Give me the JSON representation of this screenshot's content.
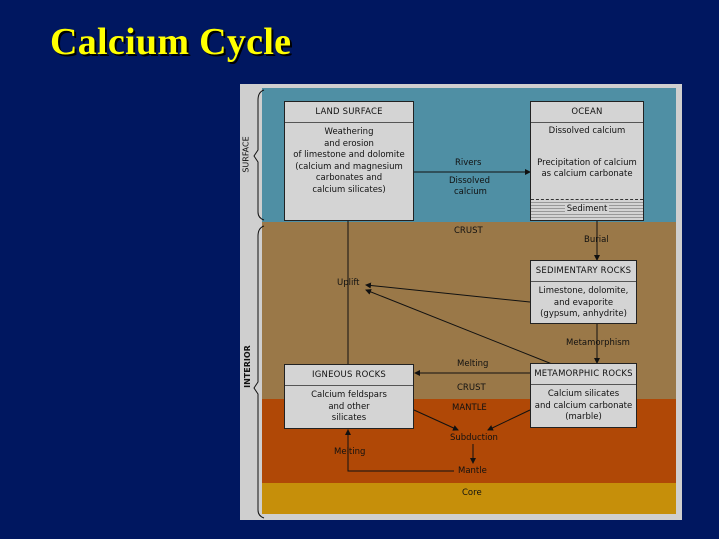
{
  "title": "Calcium Cycle",
  "side_labels": {
    "surface": "SURFACE",
    "interior": "INTERIOR"
  },
  "layers": {
    "crust_upper": "CRUST",
    "crust_lower": "CRUST",
    "mantle": "MANTLE",
    "core": "Core"
  },
  "boxes": {
    "land_surface": {
      "header": "LAND SURFACE",
      "lines": [
        "Weathering",
        "and erosion",
        "of limestone and dolomite",
        "(calcium and magnesium",
        "carbonates and",
        "calcium silicates)"
      ]
    },
    "ocean": {
      "header": "OCEAN",
      "lines": [
        "Dissolved calcium",
        "Precipitation of calcium",
        "as calcium carbonate"
      ],
      "sediment": "Sediment"
    },
    "sedimentary_rocks": {
      "header": "SEDIMENTARY ROCKS",
      "lines": [
        "Limestone, dolomite,",
        "and evaporite",
        "(gypsum, anhydrite)"
      ]
    },
    "igneous_rocks": {
      "header": "IGNEOUS ROCKS",
      "lines": [
        "Calcium feldspars",
        "and other",
        "silicates"
      ]
    },
    "metamorphic_rocks": {
      "header": "METAMORPHIC ROCKS",
      "lines": [
        "Calcium silicates",
        "and calcium carbonate",
        "(marble)"
      ]
    }
  },
  "flow_labels": {
    "rivers": "Rivers",
    "dissolved_calcium": "Dissolved",
    "dissolved_calcium_2": "calcium",
    "burial": "Burial",
    "uplift": "Uplift",
    "metamorphism": "Metamorphism",
    "melting_top": "Melting",
    "melting_left": "Melting",
    "subduction": "Subduction",
    "mantle": "Mantle"
  }
}
